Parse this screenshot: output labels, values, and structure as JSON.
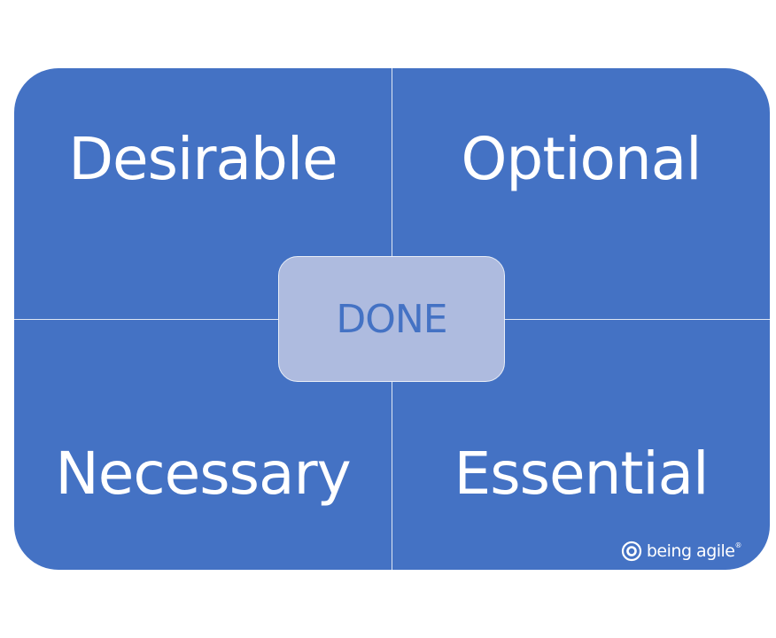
{
  "diagram": {
    "quadrants": {
      "top_left": "Desirable",
      "top_right": "Optional",
      "bottom_left": "Necessary",
      "bottom_right": "Essential"
    },
    "center_label": "DONE",
    "brand": {
      "name": "being agile",
      "mark": "®",
      "icon": "circle-target-icon"
    },
    "colors": {
      "board": "#4472c4",
      "center_box": "#aebbdf",
      "center_text": "#4472c4",
      "text": "#ffffff"
    }
  }
}
